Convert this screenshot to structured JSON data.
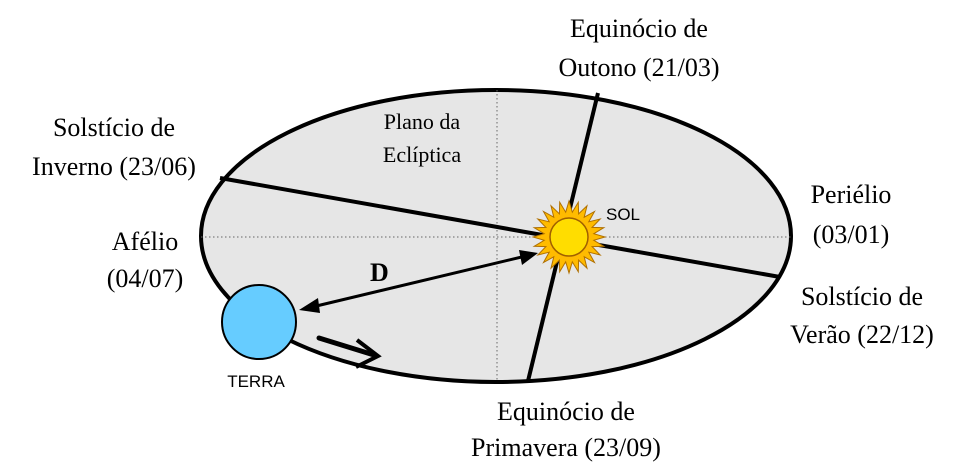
{
  "labels": {
    "equinox_autumn_l1": "Equinócio de",
    "equinox_autumn_l2": "Outono (21/03)",
    "solstice_winter_l1": "Solstício de",
    "solstice_winter_l2": "Inverno (23/06)",
    "plane_l1": "Plano da",
    "plane_l2": "Eclíptica",
    "perihelion_l1": "Periélio",
    "perihelion_l2": "(03/01)",
    "aphelion_l1": "Afélio",
    "aphelion_l2": "(04/07)",
    "sun": "SOL",
    "distance": "D",
    "solstice_summer_l1": "Solstício de",
    "solstice_summer_l2": "Verão (22/12)",
    "earth": "TERRA",
    "equinox_spring_l1": "Equinócio de",
    "equinox_spring_l2": "Primavera (23/09)"
  },
  "colors": {
    "plane_fill": "#e6e6e6",
    "outline": "#000000",
    "earth_fill": "#66ccff",
    "sun_fill": "#ffdd00",
    "sun_rays": "#ffbb00"
  }
}
